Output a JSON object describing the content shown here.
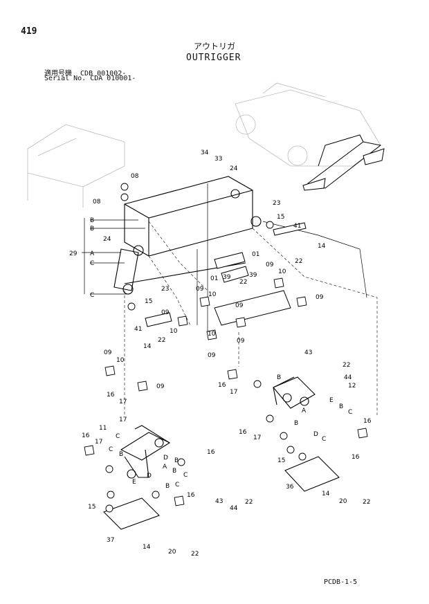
{
  "page_number": "419",
  "title_jp": "アウトリガ",
  "title_en": "OUTRIGGER",
  "serial_line1": "適用号機  CDB 001002-",
  "serial_line2": "Serial No. CDA 010001-",
  "footer_code": "PCDB-1-5",
  "callouts": {
    "c34": "34",
    "c33": "33",
    "c24a": "24",
    "c08a": "08",
    "c08b": "08",
    "c23a": "23",
    "c15a": "15",
    "c41a": "41",
    "c14a": "14",
    "c22a": "22",
    "cB1": "B",
    "cB2": "B",
    "c24b": "24",
    "c29": "29",
    "cA1": "A",
    "cC1": "C",
    "c01a": "01",
    "c01b": "01",
    "c39a": "39",
    "c39b": "39",
    "c22b": "22",
    "c09a": "09",
    "c10a": "10",
    "c23b": "23",
    "cC2": "C",
    "c15b": "15",
    "c09b": "09",
    "c10b": "10",
    "c09c": "09",
    "c09d": "09",
    "c09e": "09",
    "c10c": "10",
    "c41b": "41",
    "c14b": "14",
    "c22c": "22",
    "c10d": "10",
    "c09f": "09",
    "c09g": "09",
    "c09h": "09",
    "c10e": "10",
    "c09i": "09",
    "c43a": "43",
    "c22d": "22",
    "c44a": "44",
    "c16a": "16",
    "c17a": "17",
    "cB3": "B",
    "c12": "12",
    "c16b": "16",
    "c17b": "17",
    "cE1": "E",
    "cB4": "B",
    "cC3": "C",
    "cA2": "A",
    "cB5": "B",
    "cD1": "D",
    "cC4": "C",
    "c16c": "16",
    "c17c": "17",
    "c16d": "16",
    "c15c": "15",
    "c36": "36",
    "c20a": "20",
    "c14c": "14",
    "c22e": "22",
    "c16e": "16",
    "c17d": "17",
    "c11": "11",
    "cC5": "C",
    "cD2": "D",
    "cB6": "B",
    "c16f": "16",
    "c17e": "17",
    "cC6": "C",
    "cB7": "B",
    "cA3": "A",
    "cD3": "D",
    "cB8": "B",
    "cE2": "E",
    "cC7": "C",
    "c16g": "16",
    "cB9": "B",
    "cC8": "C",
    "c16h": "16",
    "c43b": "43",
    "c44b": "44",
    "c22f": "22",
    "c15d": "15",
    "c37": "37",
    "c14d": "14",
    "c20b": "20",
    "c22g": "22"
  }
}
